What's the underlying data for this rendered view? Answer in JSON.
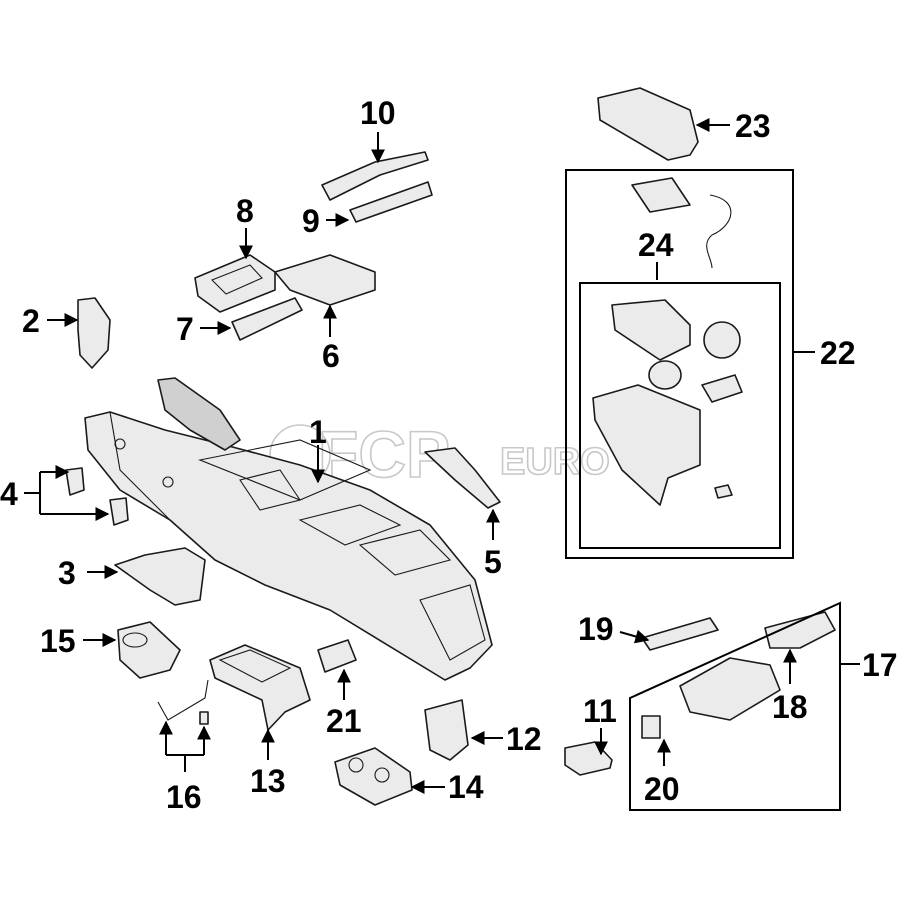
{
  "watermark": {
    "brand": "FCP",
    "suffix": "EURO"
  },
  "callouts": {
    "c1": "1",
    "c2": "2",
    "c3": "3",
    "c4": "4",
    "c5": "5",
    "c6": "6",
    "c7": "7",
    "c8": "8",
    "c9": "9",
    "c10": "10",
    "c11": "11",
    "c12": "12",
    "c13": "13",
    "c14": "14",
    "c15": "15",
    "c16": "16",
    "c17": "17",
    "c18": "18",
    "c19": "19",
    "c20": "20",
    "c21": "21",
    "c22": "22",
    "c23": "23",
    "c24": "24"
  },
  "colors": {
    "line": "#1a1a1a",
    "part_fill": "#ebebeb",
    "watermark": "#c8c8c8"
  }
}
